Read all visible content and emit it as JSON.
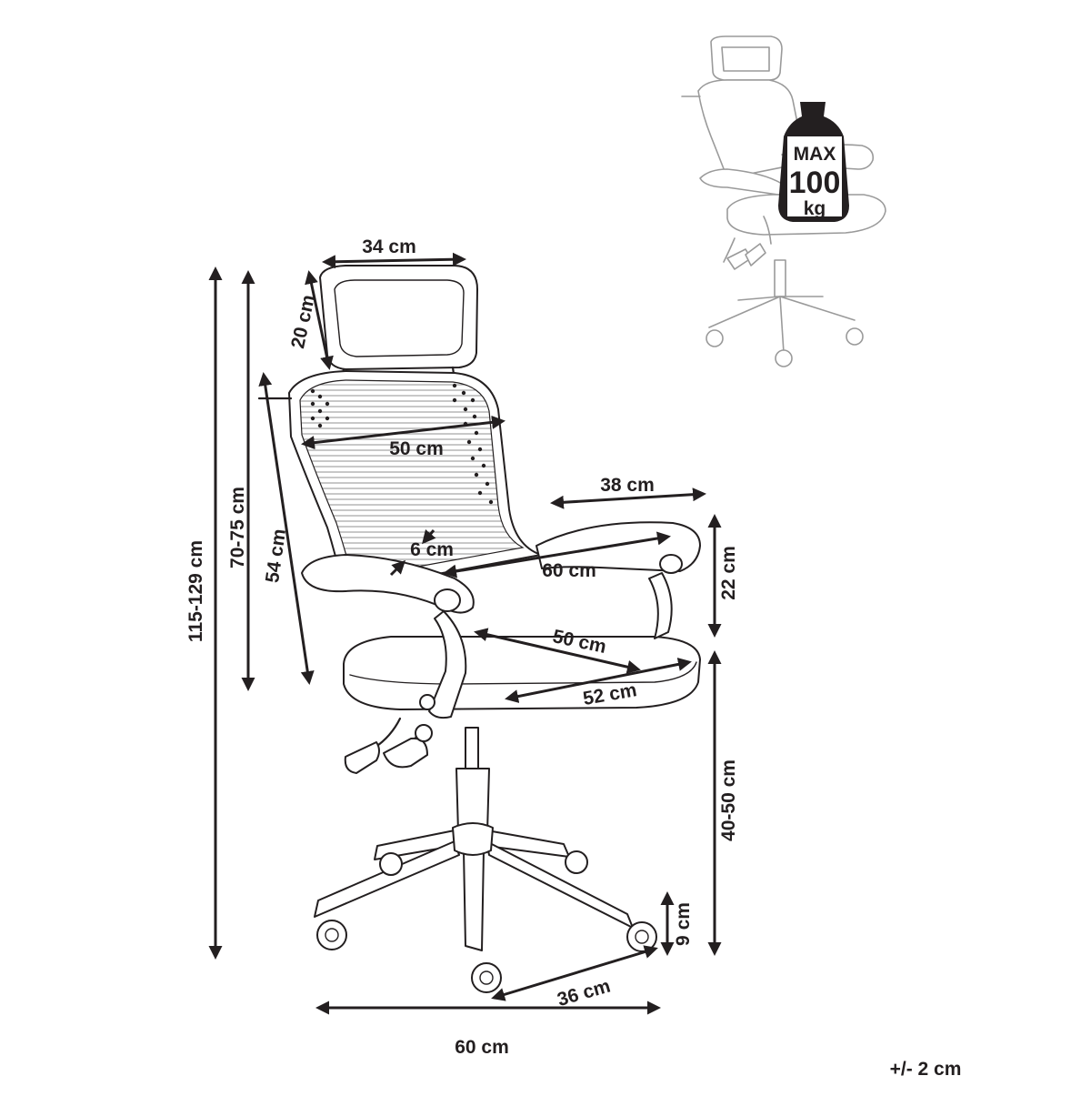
{
  "dimensions": {
    "headrest_width": "34 cm",
    "headrest_height": "20 cm",
    "backrest_width": "50 cm",
    "armrest_length": "38 cm",
    "armrest_width": "6 cm",
    "seat_to_arm_depth": "60 cm",
    "armrest_height": "22 cm",
    "seat_depth": "50 cm",
    "seat_width": "52 cm",
    "total_height": "115-129 cm",
    "back_height_range": "70-75 cm",
    "backrest_height": "54 cm",
    "seat_height": "40-50 cm",
    "caster_height": "9 cm",
    "base_leg": "36 cm",
    "base_width": "60 cm"
  },
  "max_load": {
    "line1": "MAX",
    "line2": "100",
    "line3": "kg"
  },
  "tolerance": "+/- 2 cm",
  "colors": {
    "ink": "#231f20",
    "ghost": "#9a9a9a"
  }
}
